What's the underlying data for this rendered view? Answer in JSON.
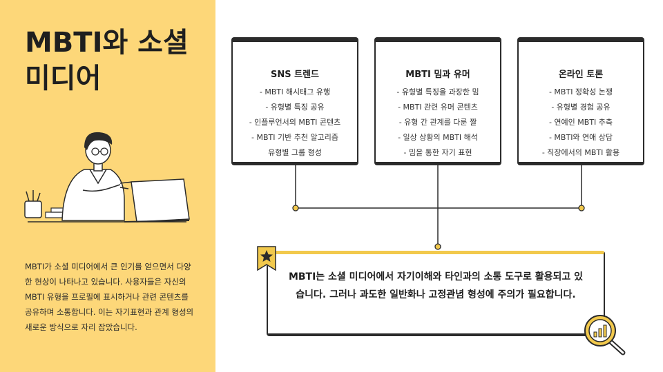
{
  "title": "MBTI와 소셜 미디어",
  "description": "MBTI가 소셜 미디어에서 큰 인기를 얻으면서 다양한 현상이 나타나고 있습니다. 사용자들은 자신의 MBTI 유형을 프로필에 표시하거나 관련 콘텐츠를 공유하며 소통합니다. 이는 자기표현과 관계 형성의 새로운 방식으로 자리 잡았습니다.",
  "cards": [
    {
      "title": "SNS 트렌드",
      "items": [
        "- MBTI 해시태그 유행",
        "- 유형별 특징 공유",
        "- 인플루언서의 MBTI 콘텐츠",
        "- MBTI 기반 추천 알고리즘",
        "유형별 그룹 형성"
      ]
    },
    {
      "title": "MBTI 밈과 유머",
      "items": [
        "- 유형별 특징을 과장한 밈",
        "- MBTI 관련 유머 콘텐츠",
        "- 유형 간 관계를 다룬 짤",
        "- 일상 상황의 MBTI 해석",
        "- 밈을 통한 자기 표현"
      ]
    },
    {
      "title": "온라인 토론",
      "items": [
        "- MBTI 정확성 논쟁",
        "- 유형별 경험 공유",
        "- 연예인 MBTI 추측",
        "- MBTI와 연애 상담",
        "- 직장에서의 MBTI 활용"
      ]
    }
  ],
  "summary": "MBTI는 소셜 미디어에서 자기이해와 타인과의 소통 도구로 활용되고 있습니다. 그러나 과도한 일반화나 고정관념 형성에 주의가 필요합니다.",
  "icons": {
    "badge": "star-icon",
    "magnifier": "magnifier-chart-icon",
    "illustration": "person-at-computer-illustration"
  },
  "colors": {
    "accent_yellow": "#fdd779",
    "badge_yellow": "#f2c94c",
    "dark": "#2b2b2b"
  }
}
